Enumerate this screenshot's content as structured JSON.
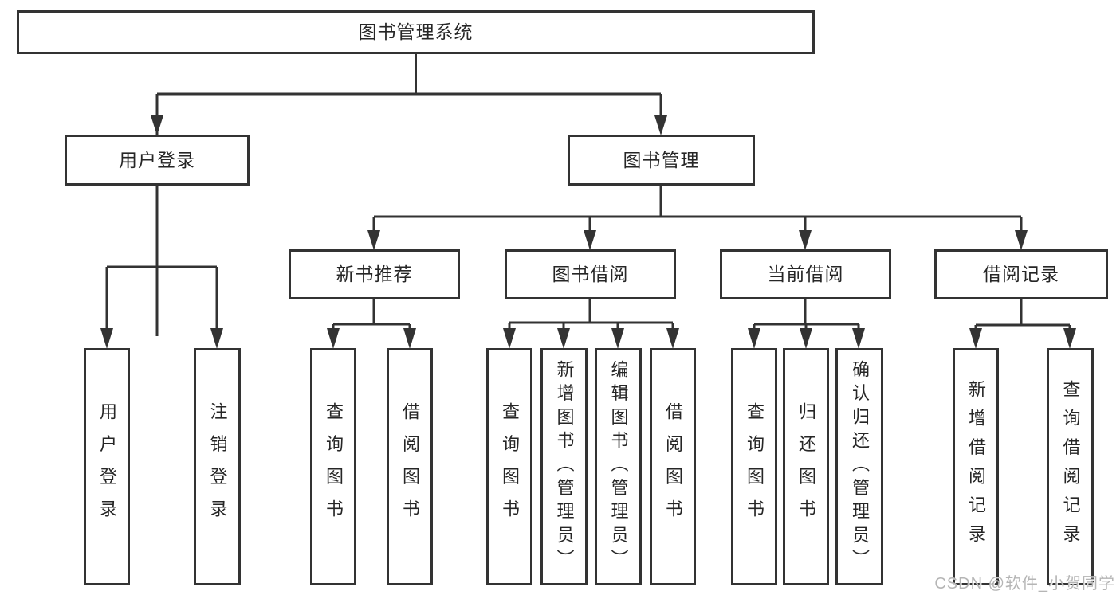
{
  "diagram": {
    "root": {
      "label": "图书管理系统"
    },
    "level2": [
      {
        "label": "用户登录"
      },
      {
        "label": "图书管理"
      }
    ],
    "level3": [
      {
        "label": "新书推荐"
      },
      {
        "label": "图书借阅"
      },
      {
        "label": "当前借阅"
      },
      {
        "label": "借阅记录"
      }
    ],
    "leaves": {
      "user": [
        {
          "label": "用户登录"
        },
        {
          "label": "注销登录"
        }
      ],
      "newbook": [
        {
          "label": "查询图书"
        },
        {
          "label": "借阅图书"
        }
      ],
      "borrow": [
        {
          "label": "查询图书"
        },
        {
          "label": "新增图书（管理员）"
        },
        {
          "label": "编辑图书（管理员）"
        },
        {
          "label": "借阅图书"
        }
      ],
      "current": [
        {
          "label": "查询图书"
        },
        {
          "label": "归还图书"
        },
        {
          "label": "确认归还（管理员）"
        }
      ],
      "records": [
        {
          "label": "新增借阅记录"
        },
        {
          "label": "查询借阅记录"
        }
      ]
    }
  },
  "watermark": {
    "text": "CSDN @软件_小贺同学"
  },
  "colors": {
    "line": "#333333",
    "text": "#262626",
    "watermark": "#b5b5b5",
    "background": "#ffffff"
  }
}
